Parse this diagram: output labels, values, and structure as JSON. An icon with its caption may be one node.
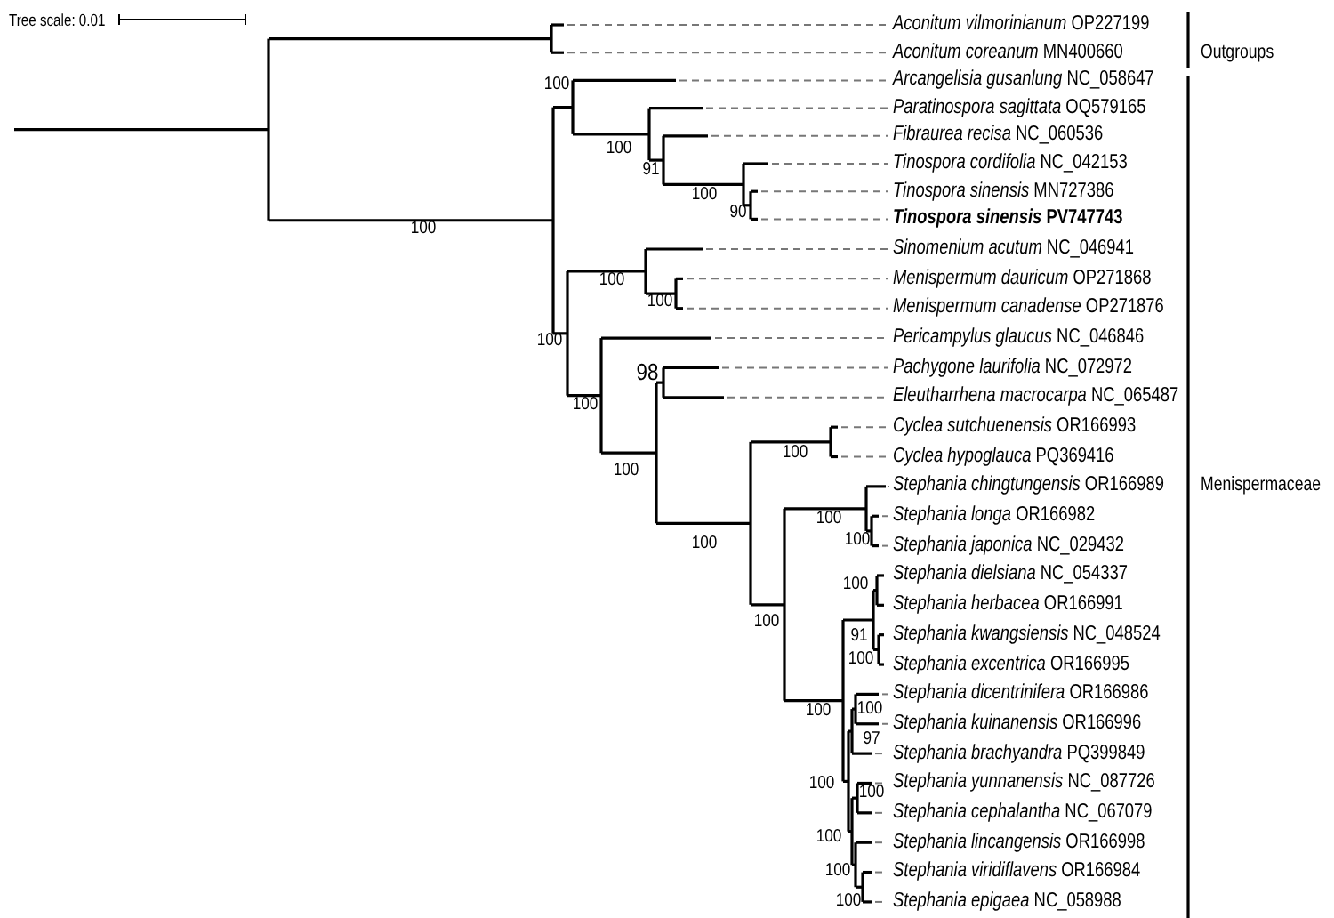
{
  "diagram": {
    "labels": [
      "Tree scale: 0.01",
      "*Aconitum vilmorinianum* OP227199",
      "*Aconitum coreanum* MN400660",
      "Outgroups",
      "*Arcangelisia gusanlung* NC_058647",
      "*Paratinospora sagittata* OQ579165",
      "*Fibraurea recisa* NC_060536",
      "*Tinospora cordifolia* NC_042153",
      "*Tinospora sinensis* MN727386",
      "*Tinospora sinensis* PV747743",
      "*Sinomenium acutum* NC_046941",
      "*Menispermum dauricum* OP271868",
      "*Menispermum canadense* OP271876",
      "*Pericampylus glaucus* NC_046846",
      "*Pachygone laurifolia* NC_072972",
      "*Eleutharrhena macrocarpa* NC_065487",
      "*Cyclea sutchuenensis* OR166993",
      "*Cyclea hypoglauca* PQ369416",
      "*Stephania chingtungensis* OR166989",
      "*Stephania longa* OR166982",
      "*Stephania japonica* NC_029432",
      "*Stephania dielsiana* NC_054337",
      "*Stephania herbacea* OR166991",
      "*Stephania kwangsiensis* NC_048524",
      "*Stephania excentrica* OR166995",
      "*Stephania dicentrinifera* OR166986",
      "*Stephania kuinanensis* OR166996",
      "*Stephania brachyandra* PQ399849",
      "*Stephania yunnanensis* NC_087726",
      "*Stephania cephalantha* NC_067079",
      "*Stephania lincangensis* OR166998",
      "*Stephania viridiflavens* OR166984",
      "*Stephania epigaea* NC_058988",
      "Menispermaceae",
      "100",
      "100",
      "91",
      "100",
      "90",
      "100",
      "100",
      "100",
      "100",
      "98",
      "100",
      "100",
      "100",
      "100",
      "100",
      "100",
      "100",
      "100",
      "91",
      "100",
      "100",
      "100",
      "97",
      "100",
      "100",
      "100",
      "100",
      "100"
    ]
  }
}
